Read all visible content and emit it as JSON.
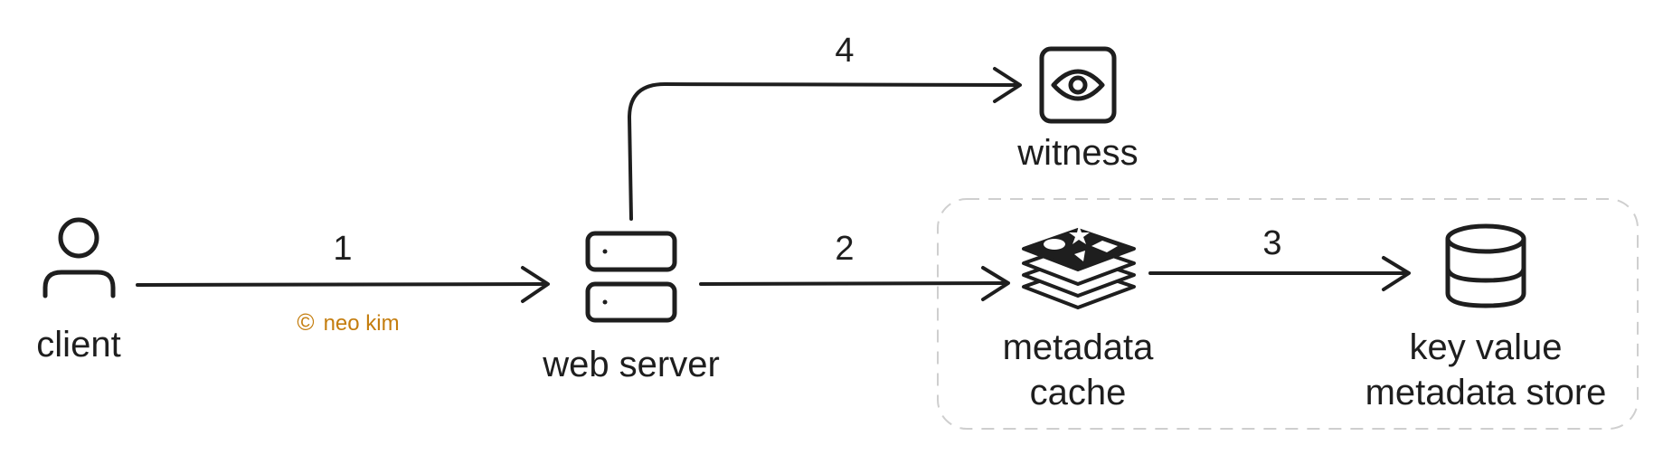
{
  "nodes": {
    "client": {
      "label": "client",
      "icon": "user-icon"
    },
    "web_server": {
      "label": "web server",
      "icon": "server-icon"
    },
    "witness": {
      "label": "witness",
      "icon": "eye-icon"
    },
    "metadata_cache": {
      "label_lines": [
        "metadata",
        "cache"
      ],
      "icon": "redis-stack-icon"
    },
    "kv_store": {
      "label_lines": [
        "key value",
        "metadata store"
      ],
      "icon": "database-icon"
    }
  },
  "edges": [
    {
      "from": "client",
      "to": "web_server",
      "step": "1"
    },
    {
      "from": "web_server",
      "to": "metadata_cache",
      "step": "2"
    },
    {
      "from": "metadata_cache",
      "to": "kv_store",
      "step": "3"
    },
    {
      "from": "web_server",
      "to": "witness",
      "step": "4"
    }
  ],
  "credit": {
    "symbol": "©",
    "text": "neo kim"
  },
  "colors": {
    "stroke": "#1e1e1e",
    "credit": "#c47d0e",
    "group_border": "#cfcfcf"
  }
}
